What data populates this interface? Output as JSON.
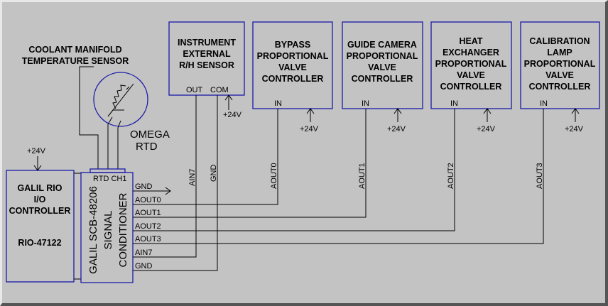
{
  "supply_label": "+24V",
  "controllers": {
    "instrument_sensor": [
      "INSTRUMENT",
      "EXTERNAL",
      "R/H SENSOR"
    ],
    "instrument_out": "OUT",
    "instrument_com": "COM",
    "bypass": [
      "BYPASS",
      "PROPORTIONAL",
      "VALVE",
      "CONTROLLER"
    ],
    "guide_camera": [
      "GUIDE CAMERA",
      "PROPORTIONAL",
      "VALVE",
      "CONTROLLER"
    ],
    "heat_exchanger": [
      "HEAT",
      "EXCHANGER",
      "PROPORTIONAL",
      "VALVE",
      "CONTROLLER"
    ],
    "calibration_lamp": [
      "CALIBRATION",
      "LAMP",
      "PROPORTIONAL",
      "VALVE",
      "CONTROLLER"
    ],
    "input_label": "IN"
  },
  "coolant_sensor": {
    "title": [
      "COOLANT MANIFOLD",
      "TEMPERATURE SENSOR"
    ],
    "rtd_label": [
      "OMEGA",
      "RTD"
    ]
  },
  "galil_rio": {
    "title": [
      "GALIL RIO",
      "I/O",
      "CONTROLLER"
    ],
    "model": "RIO-47122"
  },
  "signal_conditioner": {
    "title": [
      "GALIL SCB-48206",
      "SIGNAL",
      "CONDITIONER"
    ],
    "rtd_channel": "RTD CH1"
  },
  "pins": [
    "GND",
    "AOUT0",
    "AOUT1",
    "AOUT2",
    "AOUT3",
    "AIN7",
    "GND"
  ],
  "wire_labels": {
    "ain7": "AIN7",
    "gnd": "GND",
    "aout0": "AOUT0",
    "aout1": "AOUT1",
    "aout2": "AOUT2",
    "aout3": "AOUT3"
  }
}
